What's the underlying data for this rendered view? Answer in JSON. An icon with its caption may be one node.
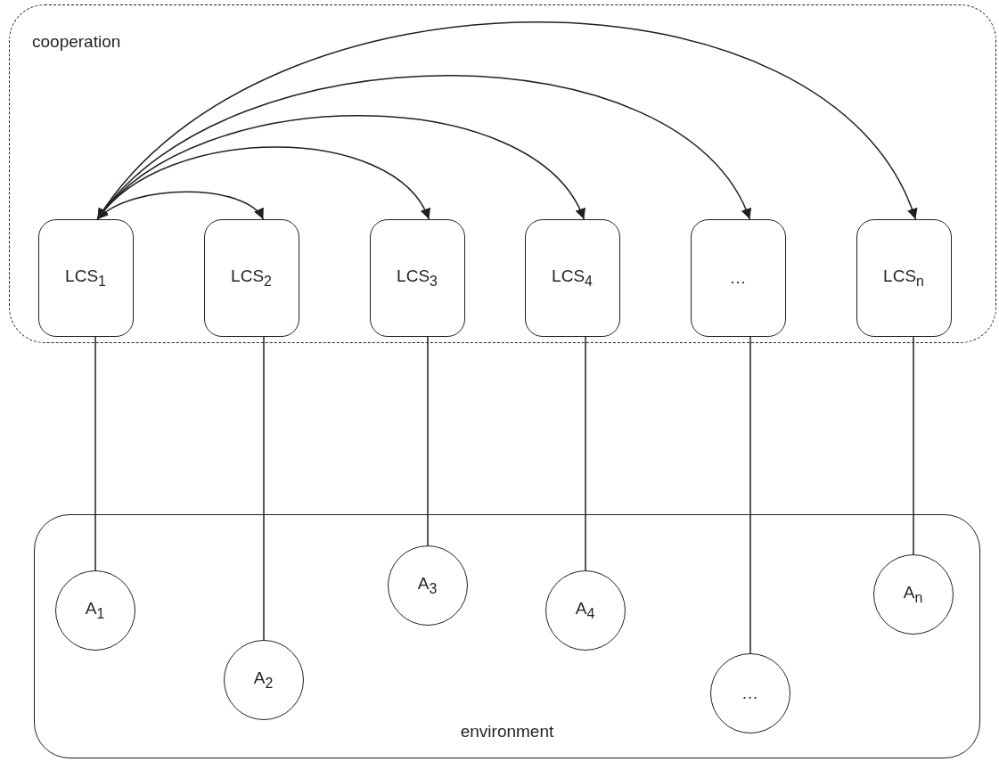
{
  "diagram": {
    "nodes": [
      {
        "text": [
          "cooperation"
        ]
      },
      {
        "text": [
          "LCS$_{1}$"
        ],
        "in": 0
      },
      {
        "text": [
          "LCS$_{2}$"
        ],
        "in": 0
      },
      {
        "text": [
          "LCS$_{3}$"
        ],
        "in": 0
      },
      {
        "text": [
          "LCS$_{4}$"
        ],
        "in": 0
      },
      {
        "text": [
          "…"
        ],
        "in": 0
      },
      {
        "text": [
          "LCS$_{n}$"
        ],
        "in": 0
      },
      {
        "text": [
          "environment"
        ]
      },
      {
        "text": [
          "A$_{1}$"
        ],
        "in": 7
      },
      {
        "text": [
          "A$_{2}$"
        ],
        "in": 7
      },
      {
        "text": [
          "A$_{3}$"
        ],
        "in": 7
      },
      {
        "text": [
          "A$_{4}$"
        ],
        "in": 7
      },
      {
        "text": [
          "…"
        ],
        "in": 7
      },
      {
        "text": [
          "A$_{n}$"
        ],
        "in": 7
      }
    ],
    "edges": [
      {
        "from": 1,
        "to": 2,
        "arrow": "both"
      },
      {
        "from": 1,
        "to": 3,
        "arrow": "both"
      },
      {
        "from": 1,
        "to": 4,
        "arrow": "both"
      },
      {
        "from": 1,
        "to": 5,
        "arrow": "both"
      },
      {
        "from": 1,
        "to": 6,
        "arrow": "both"
      },
      {
        "from": 1,
        "to": 8,
        "arrow": "none"
      },
      {
        "from": 2,
        "to": 9,
        "arrow": "none"
      },
      {
        "from": 3,
        "to": 10,
        "arrow": "none"
      },
      {
        "from": 4,
        "to": 11,
        "arrow": "none"
      },
      {
        "from": 5,
        "to": 12,
        "arrow": "none"
      },
      {
        "from": 6,
        "to": 13,
        "arrow": "none"
      }
    ]
  }
}
